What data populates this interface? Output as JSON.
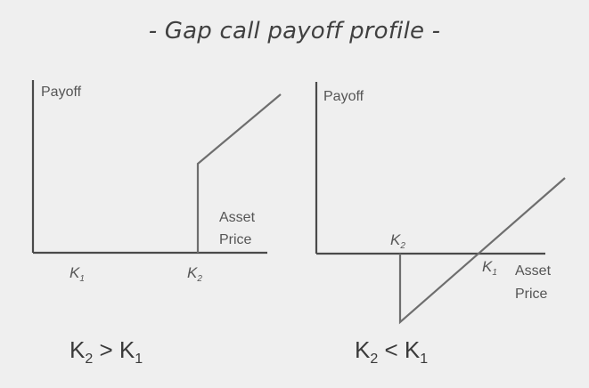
{
  "title": "- Gap call payoff profile -",
  "left_panel": {
    "y_axis_label": "Payoff",
    "x_axis_label_line1": "Asset",
    "x_axis_label_line2": "Price",
    "k1_main": "K",
    "k1_sub": "1",
    "k2_main": "K",
    "k2_sub": "2",
    "caption_k_a": "K",
    "caption_sub_a": "2",
    "caption_op": " > ",
    "caption_k_b": "K",
    "caption_sub_b": "1"
  },
  "right_panel": {
    "y_axis_label": "Payoff",
    "x_axis_label_line1": "Asset",
    "x_axis_label_line2": "Price",
    "k1_main": "K",
    "k1_sub": "1",
    "k2_main": "K",
    "k2_sub": "2",
    "caption_k_a": "K",
    "caption_sub_a": "2",
    "caption_op": " < ",
    "caption_k_b": "K",
    "caption_sub_b": "1"
  }
}
